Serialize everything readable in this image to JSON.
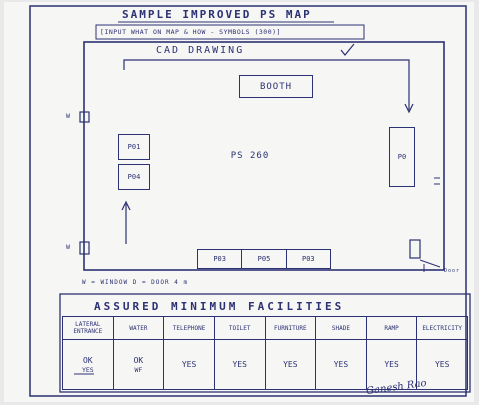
{
  "map": {
    "title": "SAMPLE IMPROVED PS MAP",
    "subtitle": "[INPUT WHAT ON MAP & HOW - SYMBOLS (300)]",
    "drawing_label": "CAD DRAWING",
    "rooms": {
      "booth": "BOOTH",
      "ps": "PS 260",
      "p01": "P01",
      "p04": "P04",
      "p02": "P0",
      "p03": "P03",
      "p05": "P05",
      "p06": "P03"
    },
    "window_labels": [
      "W",
      "W"
    ],
    "door_label": "Door",
    "legend": "W = WINDOW   D = DOOR     4 m",
    "ink_color": "#2c3173"
  },
  "facilities": {
    "heading": "ASSURED  MINIMUM  FACILITIES",
    "columns": [
      "LATERAL ENTRANCE",
      "WATER",
      "TELEPHONE",
      "TOILET",
      "FURNITURE",
      "SHADE",
      "RAMP",
      "ELECTRICITY"
    ],
    "values": [
      "OK",
      "OK",
      "YES",
      "YES",
      "YES",
      "YES",
      "YES",
      "YES"
    ],
    "values_second": [
      "YES",
      "WF",
      "",
      "",
      "",
      "",
      "",
      ""
    ]
  },
  "signature": "Ganesh Rao"
}
